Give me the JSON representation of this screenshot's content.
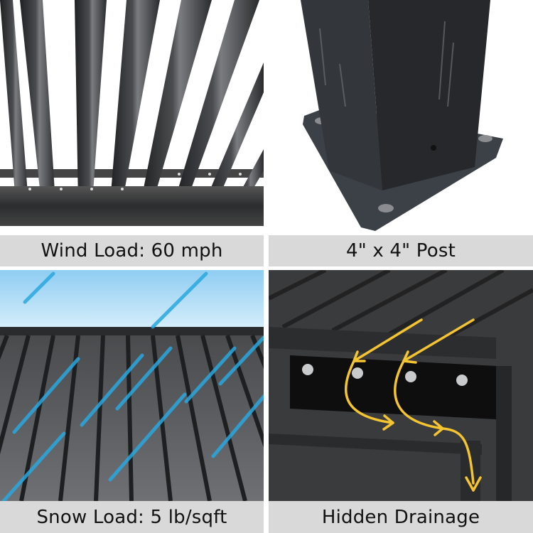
{
  "panels": [
    {
      "id": "wind",
      "caption": "Wind Load: 60 mph",
      "image": "louver-blades-closeup"
    },
    {
      "id": "post",
      "caption": "4\" x 4\" Post",
      "image": "square-post-base-plate"
    },
    {
      "id": "snow",
      "caption": "Snow Load: 5 lb/sqft",
      "image": "louvered-roof-with-rain"
    },
    {
      "id": "drain",
      "caption": "Hidden Drainage",
      "image": "gutter-drainage-arrows"
    }
  ],
  "colors": {
    "label_bg": "#d9d9d9",
    "label_text": "#111111",
    "metal_dark": "#2e2f31",
    "sky_top": "#8fcdf2",
    "sky_bottom": "#d8effb",
    "rain": "#29a8e0",
    "arrow": "#f5c431"
  }
}
